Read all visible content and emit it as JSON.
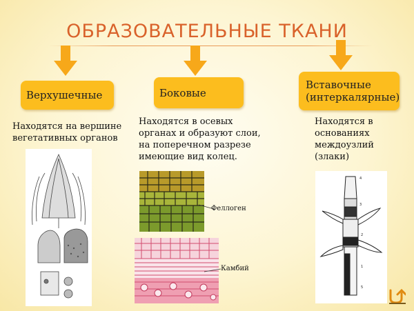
{
  "title": "ОБРАЗОВАТЕЛЬНЫЕ ТКАНИ",
  "columns": [
    {
      "label": "Верхушечные",
      "desc_lines": [
        "Находятся на вершине",
        "вегетативных органов"
      ]
    },
    {
      "label": "Боковые",
      "desc_lines": [
        "Находятся в осевых",
        "органах и образуют слои,",
        "на поперечном разрезе",
        "имеющие вид колец."
      ],
      "captions": [
        "Феллоген",
        "Камбий"
      ]
    },
    {
      "label_lines": [
        "Вставочные",
        "(интеркалярные)"
      ],
      "desc_lines": [
        "Находятся в",
        "основаниях",
        "междоузлий",
        "(злаки)"
      ]
    }
  ],
  "colors": {
    "title": "#d9622b",
    "arrow": "#f7a81a",
    "box": "#fcbd1e"
  },
  "icons": [
    "down-arrow-icon",
    "return-icon"
  ]
}
